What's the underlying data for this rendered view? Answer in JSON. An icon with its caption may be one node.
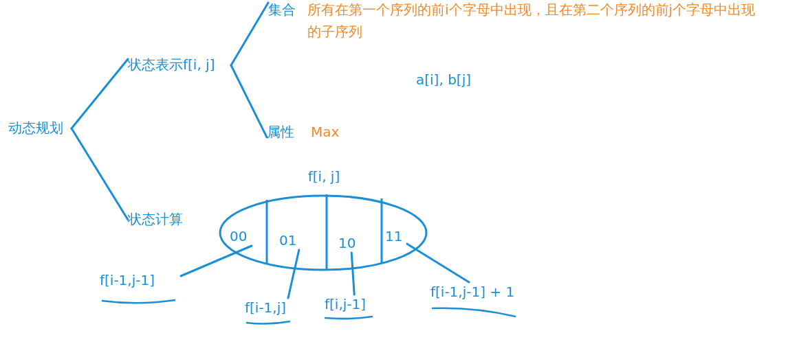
{
  "diagram": {
    "nodes": [
      {
        "text": [
          "动态规划"
        ]
      },
      {
        "text": [
          "状态表示f[i, j]"
        ]
      },
      {
        "text": [
          "状态计算"
        ]
      },
      {
        "text": [
          "集合"
        ],
        "beside": [
          "所有在第一个序列的前i个字母中出现，且在第二个序列的前j个字母中出现的子序列"
        ]
      },
      {
        "text": [
          "属性"
        ],
        "beside": [
          "Max"
        ]
      },
      {
        "text": [
          "f[i, j]"
        ]
      },
      {
        "text": [
          "00"
        ],
        "in": 5
      },
      {
        "text": [
          "01"
        ],
        "in": 5
      },
      {
        "text": [
          "10"
        ],
        "in": 5
      },
      {
        "text": [
          "11"
        ],
        "in": 5
      },
      {
        "text": [
          "f[i-1,j-1]"
        ]
      },
      {
        "text": [
          "f[i-1,j]"
        ]
      },
      {
        "text": [
          "f[i,j-1]"
        ]
      },
      {
        "text": [
          "f[i-1,j-1] + 1"
        ]
      }
    ],
    "edges": [
      {
        "from": 0,
        "to": 1,
        "arrow": "none"
      },
      {
        "from": 0,
        "to": 2,
        "arrow": "none"
      },
      {
        "from": 1,
        "to": 3,
        "arrow": "none"
      },
      {
        "from": 1,
        "to": 4,
        "arrow": "none"
      },
      {
        "from": 10,
        "to": 6,
        "arrow": "none"
      },
      {
        "from": 11,
        "to": 7,
        "arrow": "none"
      },
      {
        "from": 12,
        "to": 8,
        "arrow": "none"
      },
      {
        "from": 13,
        "to": 9,
        "arrow": "none"
      }
    ],
    "labels": [
      "a[i], b[j]"
    ]
  }
}
